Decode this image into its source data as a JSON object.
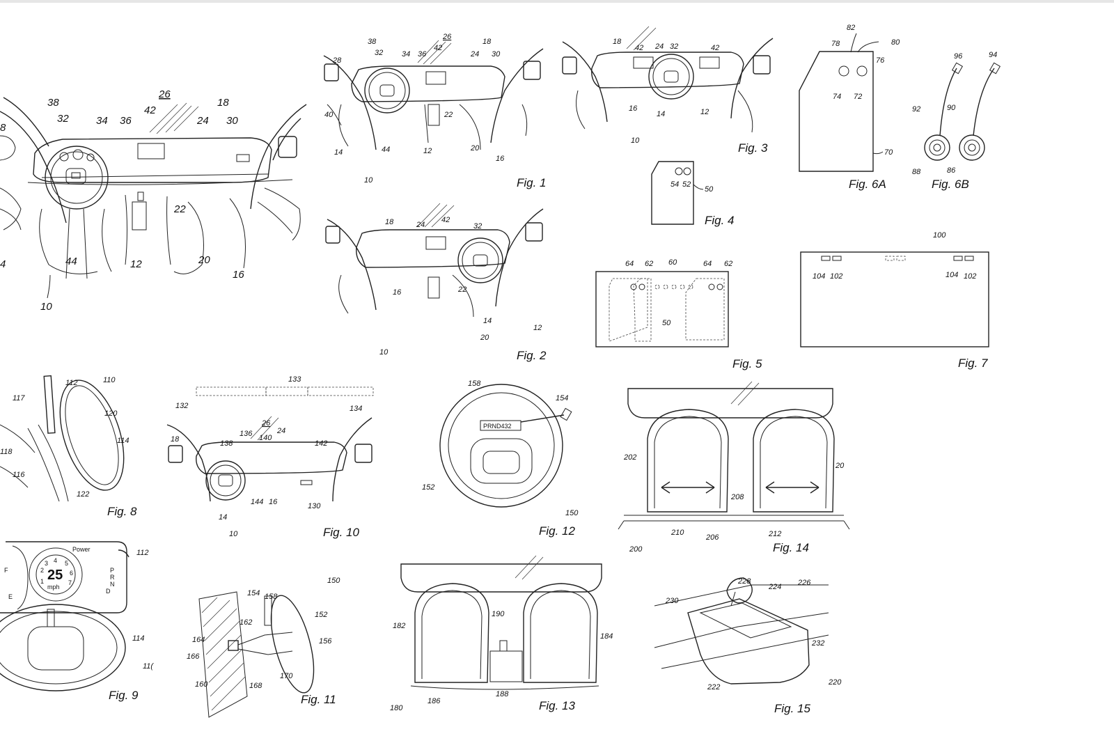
{
  "figures": {
    "fig1": "Fig. 1",
    "fig2": "Fig. 2",
    "fig3": "Fig. 3",
    "fig4": "Fig. 4",
    "fig5": "Fig. 5",
    "fig6a": "Fig. 6A",
    "fig6b": "Fig. 6B",
    "fig7": "Fig. 7",
    "fig8": "Fig. 8",
    "fig9": "Fig. 9",
    "fig10": "Fig. 10",
    "fig11": "Fig. 11",
    "fig12": "Fig. 12",
    "fig13": "Fig. 13",
    "fig14": "Fig. 14",
    "fig15": "Fig. 15"
  },
  "big_refs": {
    "r38": "38",
    "r32": "32",
    "r34": "34",
    "r36": "36",
    "r42": "42",
    "r26": "26",
    "r18": "18",
    "r24": "24",
    "r30": "30",
    "r22": "22",
    "r44": "44",
    "r12": "12",
    "r20": "20",
    "r16": "16",
    "r10": "10",
    "r14": "4",
    "r28": "8"
  },
  "fig1_refs": {
    "r38": "38",
    "r26": "26",
    "r32": "32",
    "r34": "34",
    "r36": "36",
    "r42": "42",
    "r18": "18",
    "r24": "24",
    "r28": "28",
    "r30": "30",
    "r40": "40",
    "r22": "22",
    "r14": "14",
    "r44": "44",
    "r12": "12",
    "r20": "20",
    "r16": "16",
    "r10": "10"
  },
  "fig2_refs": {
    "r18": "18",
    "r24": "24",
    "r42": "42",
    "r32": "32",
    "r16": "16",
    "r22": "22",
    "r14": "14",
    "r12": "12",
    "r20": "20",
    "r10": "10"
  },
  "fig3_refs": {
    "r18": "18",
    "r42a": "42",
    "r24": "24",
    "r32": "32",
    "r42b": "42",
    "r16": "16",
    "r14": "14",
    "r12": "12",
    "r10": "10"
  },
  "fig4_refs": {
    "r54": "54",
    "r52": "52",
    "r50": "50"
  },
  "fig5_refs": {
    "r64a": "64",
    "r62a": "62",
    "r60": "60",
    "r64b": "64",
    "r62b": "62",
    "r50": "50"
  },
  "fig6a_refs": {
    "r82": "82",
    "r78": "78",
    "r80": "80",
    "r76": "76",
    "r74": "74",
    "r72": "72",
    "r70": "70"
  },
  "fig6b_refs": {
    "r96": "96",
    "r94": "94",
    "r92": "92",
    "r90": "90",
    "r88": "88",
    "r86": "86"
  },
  "fig7_refs": {
    "r100": "100",
    "r104a": "104",
    "r102a": "102",
    "r104b": "104",
    "r102b": "102"
  },
  "fig8_refs": {
    "r112": "112",
    "r110": "110",
    "r117": "117",
    "r120": "120",
    "r114": "114",
    "r118": "118",
    "r116": "116",
    "r122": "122"
  },
  "fig9_refs": {
    "r112": "112",
    "r114": "114",
    "r110": "11(",
    "power": "Power",
    "speed": "25",
    "unit": "mph",
    "fuel_f": "F",
    "fuel_e": "E",
    "prnd": [
      "P",
      "R",
      "N",
      "D"
    ],
    "ticks": [
      "1",
      "2",
      "3",
      "4",
      "5",
      "6",
      "7"
    ]
  },
  "fig10_refs": {
    "r133": "133",
    "r132": "132",
    "r134": "134",
    "r136": "136",
    "r26": "26",
    "r24": "24",
    "r18": "18",
    "r138": "138",
    "r140": "140",
    "r142": "142",
    "r144": "144",
    "r16": "16",
    "r130": "130",
    "r14": "14",
    "r10": "10"
  },
  "fig11_refs": {
    "r150": "150",
    "r154": "154",
    "r158": "158",
    "r152": "152",
    "r162": "162",
    "r164": "164",
    "r156": "156",
    "r166": "166",
    "r170": "170",
    "r160": "160",
    "r168": "168"
  },
  "fig12_refs": {
    "r158": "158",
    "r154": "154",
    "r152": "152",
    "r150": "150",
    "gear": "PRND432"
  },
  "fig13_refs": {
    "r182": "182",
    "r190": "190",
    "r184": "184",
    "r186": "186",
    "r188": "188",
    "r180": "180"
  },
  "fig14_refs": {
    "r202": "202",
    "r204": "20",
    "r208": "208",
    "r210": "210",
    "r206": "206",
    "r212": "212",
    "r200": "200"
  },
  "fig15_refs": {
    "r228": "228",
    "r224": "224",
    "r226": "226",
    "r230": "230",
    "r232": "232",
    "r222": "222",
    "r220": "220"
  }
}
